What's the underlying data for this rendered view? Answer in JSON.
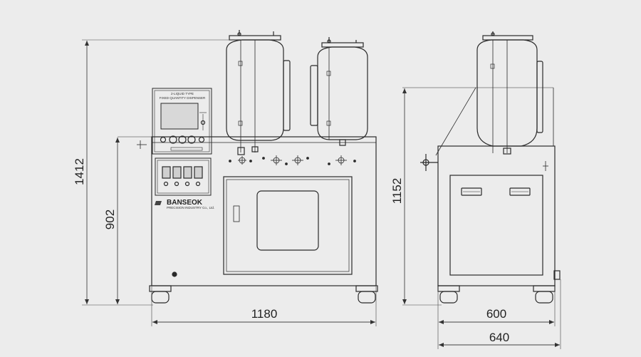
{
  "dimensions": {
    "overall_height": "1412",
    "table_height": "902",
    "side_height": "1152",
    "front_width": "1180",
    "side_body_width": "600",
    "side_overall_width": "640"
  },
  "panel": {
    "title_line1": "2-LIQUID TYPE",
    "title_line2": "FIXED QUANTITY DISPENSER",
    "brand": "BANSEOK",
    "brand_sub": "PRECISION INDUSTRY Co., Ltd."
  },
  "colors": {
    "line": "#2a2a2a",
    "background": "#ececec",
    "screen": "#d8d8d8"
  }
}
